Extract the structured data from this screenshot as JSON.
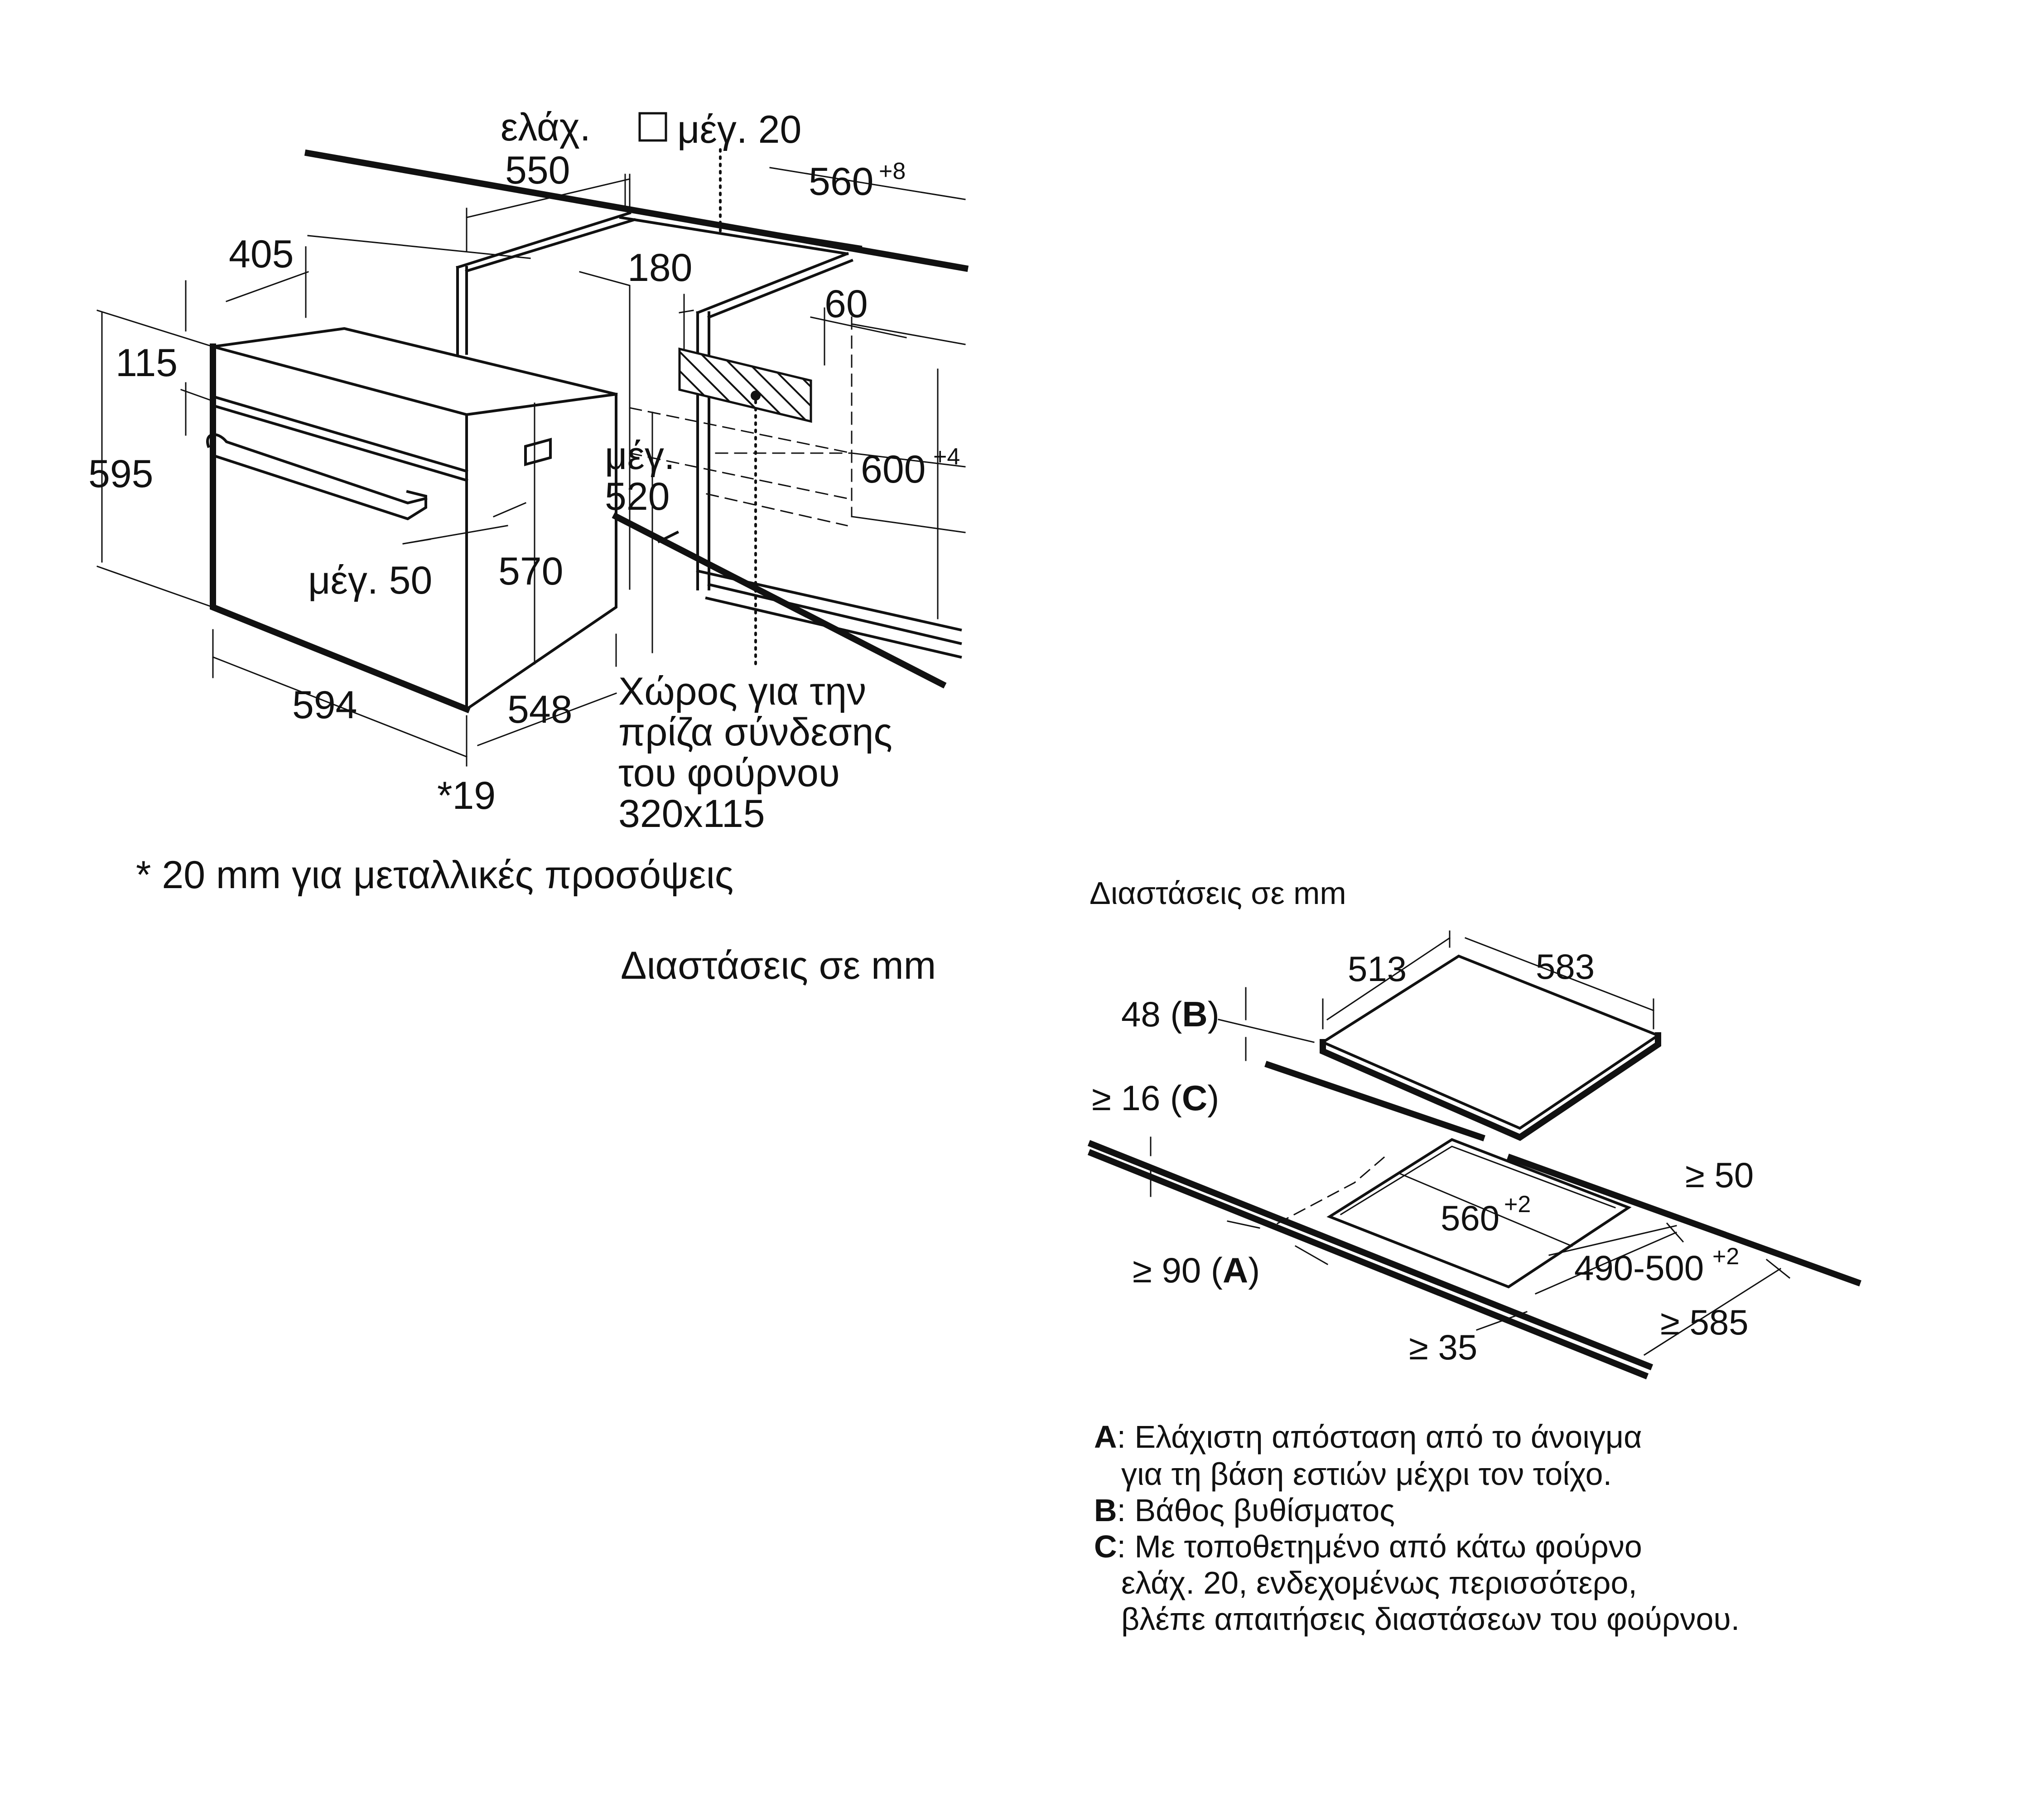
{
  "oven": {
    "labels": {
      "min": "ελάχ.",
      "min_550": "550",
      "max20": "μέγ. 20",
      "w560": "560",
      "w560_tol": "+8",
      "d405": "405",
      "d180": "180",
      "d60": "60",
      "d115": "115",
      "h595": "595",
      "max_word": "μέγ.",
      "v520": "520",
      "h600": "600",
      "h600_tol": "+4",
      "max50": "μέγ. 50",
      "h570": "570",
      "w594": "594",
      "d548": "548",
      "d19": "*19"
    },
    "socket_text": [
      "Χώρος για την",
      "πρίζα σύνδεσης",
      "του φούρνου",
      "320x115"
    ],
    "footnote": "* 20 mm για μεταλλικές προσόψεις",
    "units": "Διαστάσεις σε mm"
  },
  "hob": {
    "units": "Διαστάσεις σε mm",
    "labels": {
      "d513": "513",
      "w583": "583",
      "b48": "48 (",
      "b48_letter": "B",
      "c16": "≥ 16 (",
      "c16_letter": "C",
      "g50": "≥ 50",
      "w560": "560",
      "w560_tol": "+2",
      "a90": "≥ 90 (",
      "a90_letter": "A",
      "d490": "490-500",
      "d490_tol": "+2",
      "g585": "≥ 585",
      "g35": "≥ 35",
      "close_paren": ")"
    },
    "legend": [
      {
        "key": "A",
        "lines": [
          "Ελάχιστη απόσταση από το άνοιγμα",
          "για τη βάση εστιών μέχρι τον τοίχο."
        ]
      },
      {
        "key": "B",
        "lines": [
          "Βάθος βυθίσματος"
        ]
      },
      {
        "key": "C",
        "lines": [
          "Με τοποθετημένο από κάτω φούρνο",
          "ελάχ. 20, ενδεχομένως περισσότερο,",
          "βλέπε απαιτήσεις διαστάσεων του φούρνου."
        ]
      }
    ],
    "legend_sep": ": "
  }
}
